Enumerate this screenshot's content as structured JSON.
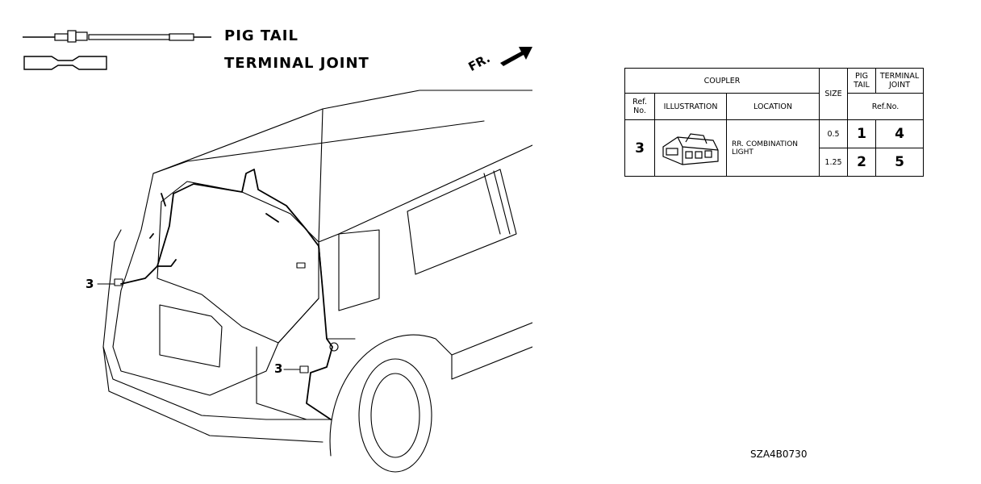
{
  "legend": {
    "pigtail_label": "PIG TAIL",
    "terminal_joint_label": "TERMINAL JOINT"
  },
  "orientation": {
    "front_label": "FR.",
    "arrow_icon": "front-direction-arrow-icon"
  },
  "callouts": [
    "3",
    "3"
  ],
  "table": {
    "headers": {
      "coupler": "COUPLER",
      "ref_no": "Ref.\nNo.",
      "illustration": "ILLUSTRATION",
      "location": "LOCATION",
      "size": "SIZE",
      "pig_tail": "PIG\nTAIL",
      "terminal_joint": "TERMINAL\nJOINT",
      "ref_no_sub": "Ref.No."
    },
    "rows": [
      {
        "ref": "3",
        "illustration_icon": "connector-coupler-icon",
        "location": "RR. COMBINATION LIGHT",
        "sizes": [
          {
            "size": "0.5",
            "pig_tail": "1",
            "terminal_joint": "4"
          },
          {
            "size": "1.25",
            "pig_tail": "2",
            "terminal_joint": "5"
          }
        ]
      }
    ]
  },
  "diagram_code": "SZA4B0730"
}
